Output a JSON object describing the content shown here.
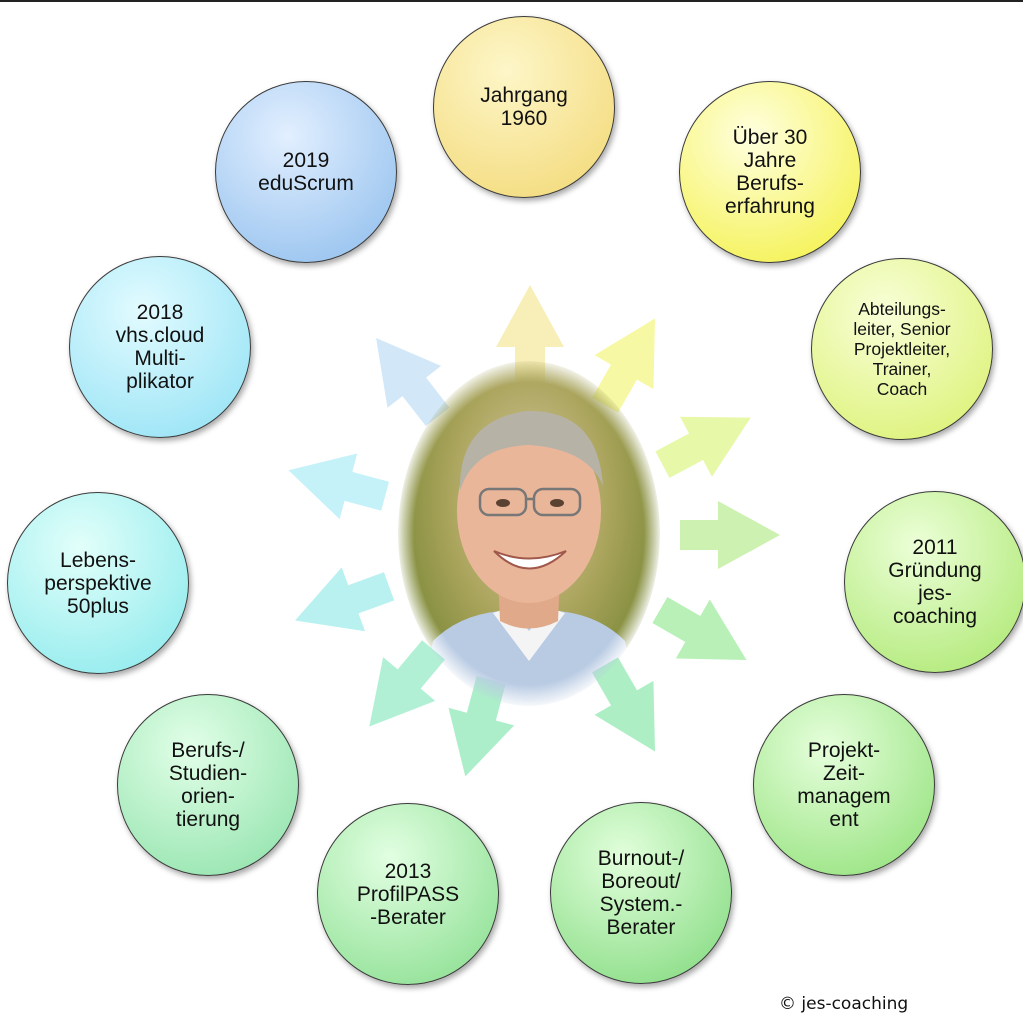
{
  "bubbles": [
    {
      "id": "jahrgang",
      "text": "Jahrgang\n1960",
      "colors": [
        "#fdf6c8",
        "#f2d772"
      ]
    },
    {
      "id": "berufserfahrung",
      "text": "Über 30\nJahre\nBerufs-\nerfahrung",
      "colors": [
        "#ffffe0",
        "#f3f03c"
      ]
    },
    {
      "id": "abteilungsleiter",
      "text": "Abteilungs-\nleiter, Senior\nProjektleiter,\nTrainer,\nCoach",
      "colors": [
        "#f8ffd8",
        "#d8f06a"
      ]
    },
    {
      "id": "gruendung",
      "text": "2011\nGründung\njes-\ncoaching",
      "colors": [
        "#ecffd8",
        "#a8e66a"
      ]
    },
    {
      "id": "zeitmanagement",
      "text": "Projekt-\nZeit-\nmanagem\nent",
      "colors": [
        "#e6ffdc",
        "#8ddf74"
      ]
    },
    {
      "id": "burnout",
      "text": "Burnout-/\nBoreout/\nSystem.-\nBerater",
      "colors": [
        "#e2ffdc",
        "#7ed87a"
      ]
    },
    {
      "id": "profilpass",
      "text": "2013\nProfilPASS\n-Berater",
      "colors": [
        "#e2ffe2",
        "#84dc8a"
      ]
    },
    {
      "id": "studienorientierung",
      "text": "Berufs-/\nStudien-\norien-\ntierung",
      "colors": [
        "#e2ffe8",
        "#8ae0a6"
      ]
    },
    {
      "id": "lebensperspektive",
      "text": "Lebens-\nperspektive\n50plus",
      "colors": [
        "#e2fffa",
        "#86e8ec"
      ]
    },
    {
      "id": "vhs",
      "text": "2018\nvhs.cloud\nMulti-\nplikator",
      "colors": [
        "#e2fbff",
        "#8ee0f4"
      ]
    },
    {
      "id": "eduscrum",
      "text": "2019\neduScrum",
      "colors": [
        "#e2efff",
        "#8cbcec"
      ]
    }
  ],
  "photo": {
    "subject": "portrait-photo"
  },
  "copyright": "© jes-coaching"
}
